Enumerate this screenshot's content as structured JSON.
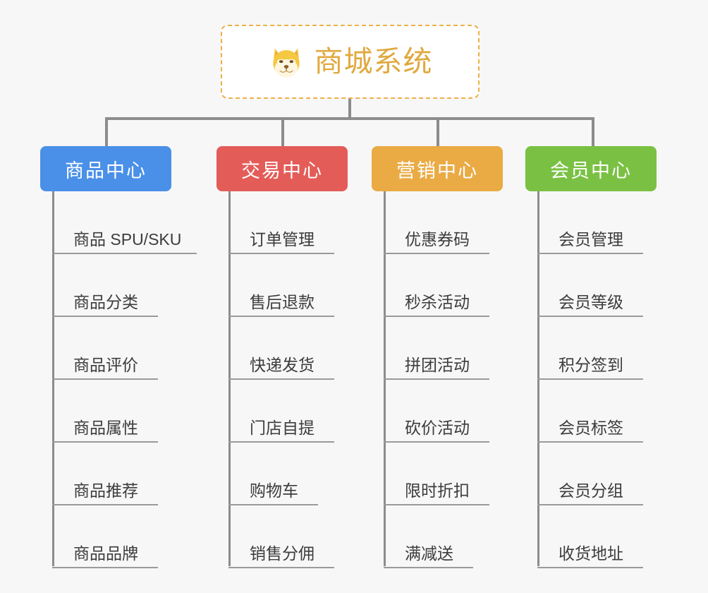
{
  "canvas": {
    "background": "#f7f7f7",
    "connector_color": "#8c8c8c"
  },
  "root": {
    "title": "商城系统",
    "icon": "shiba-dog-face-icon",
    "border_color": "#eeb04a",
    "text_color": "#e0a93f",
    "background": "#ffffff"
  },
  "columns": [
    {
      "id": "product-center",
      "label": "商品中心",
      "color": "#4a90e8",
      "items": [
        "商品 SPU/SKU",
        "商品分类",
        "商品评价",
        "商品属性",
        "商品推荐",
        "商品品牌"
      ]
    },
    {
      "id": "trade-center",
      "label": "交易中心",
      "color": "#e45c58",
      "items": [
        "订单管理",
        "售后退款",
        "快递发货",
        "门店自提",
        "购物车",
        "销售分佣"
      ]
    },
    {
      "id": "marketing-center",
      "label": "营销中心",
      "color": "#eaab44",
      "items": [
        "优惠券码",
        "秒杀活动",
        "拼团活动",
        "砍价活动",
        "限时折扣",
        "满减送"
      ]
    },
    {
      "id": "member-center",
      "label": "会员中心",
      "color": "#7ac143",
      "items": [
        "会员管理",
        "会员等级",
        "积分签到",
        "会员标签",
        "会员分组",
        "收货地址"
      ]
    }
  ]
}
